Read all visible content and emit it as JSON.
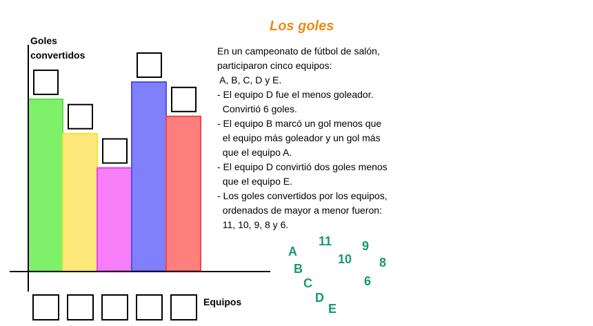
{
  "title": "Los goles",
  "problem_lines": [
    "En un campeonato de fútbol de salón,",
    "participaron cinco equipos:",
    " A, B, C, D y E.",
    "",
    "- El equipo D fue el menos goleador.",
    "  Convirtió 6 goles.",
    "- El equipo B marcó un gol menos que",
    "  el equipo más goleador y un gol más",
    "  que el equipo A.",
    "- El equipo D convirtió dos goles menos",
    "  que el equipo E.",
    "- Los goles convertidos por los equipos,",
    "  ordenados de mayor a menor fueron:",
    "  11, 10, 9, 8 y 6."
  ],
  "letter_tiles": [
    "A",
    "B",
    "C",
    "D",
    "E"
  ],
  "number_tiles": [
    "11",
    "9",
    "10",
    "8",
    "6"
  ],
  "chart_data": {
    "type": "bar",
    "ylabel": [
      "Goles",
      "convertidos"
    ],
    "xlabel": "Equipos",
    "ylim": [
      0,
      11
    ],
    "values": [
      10,
      8,
      6,
      11,
      9
    ],
    "colors": [
      "#7ef06a",
      "#fde67a",
      "#f77ef9",
      "#8080fd",
      "#fd7f7e"
    ],
    "borders": [
      "#58e03e",
      "#f3e43a",
      "#e345e7",
      "#4d4df2",
      "#ee4545"
    ],
    "value_boxes": 5,
    "category_boxes": 5
  }
}
